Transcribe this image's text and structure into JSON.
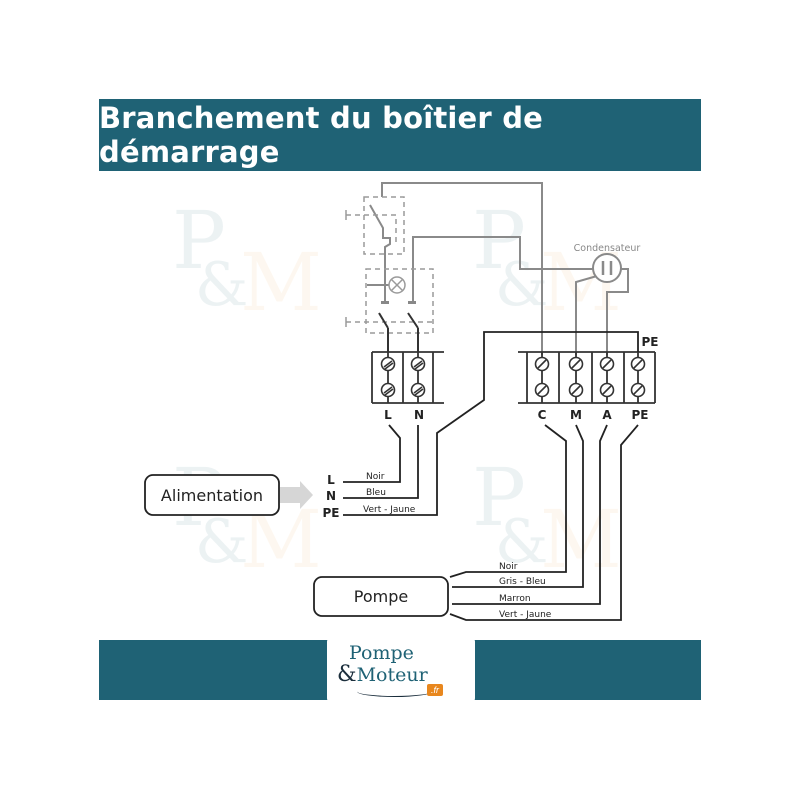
{
  "header": {
    "title": "Branchement du boîtier de démarrage",
    "color": "#1f6275"
  },
  "watermark": {
    "p": "P",
    "amp": "&",
    "m": "M"
  },
  "condensateur": {
    "label": "Condensateur"
  },
  "left_terminal_block": {
    "terminals": [
      "L",
      "N"
    ]
  },
  "right_terminal_block": {
    "terminals": [
      "C",
      "M",
      "A",
      "PE"
    ],
    "pe_top_label": "PE"
  },
  "alimentation": {
    "label": "Alimentation",
    "lines": [
      {
        "terminal": "L",
        "wire": "Noir"
      },
      {
        "terminal": "N",
        "wire": "Bleu"
      },
      {
        "terminal": "PE",
        "wire": "Vert - Jaune"
      }
    ]
  },
  "pompe": {
    "label": "Pompe",
    "wires": [
      "Noir",
      "Gris - Bleu",
      "Marron",
      "Vert - Jaune"
    ]
  },
  "footer": {
    "color": "#1f6275",
    "logo": {
      "line1": "Pompe",
      "amp": "&",
      "line2": "Moteur",
      "tld": ".fr",
      "tld_color": "#e8871e"
    }
  }
}
